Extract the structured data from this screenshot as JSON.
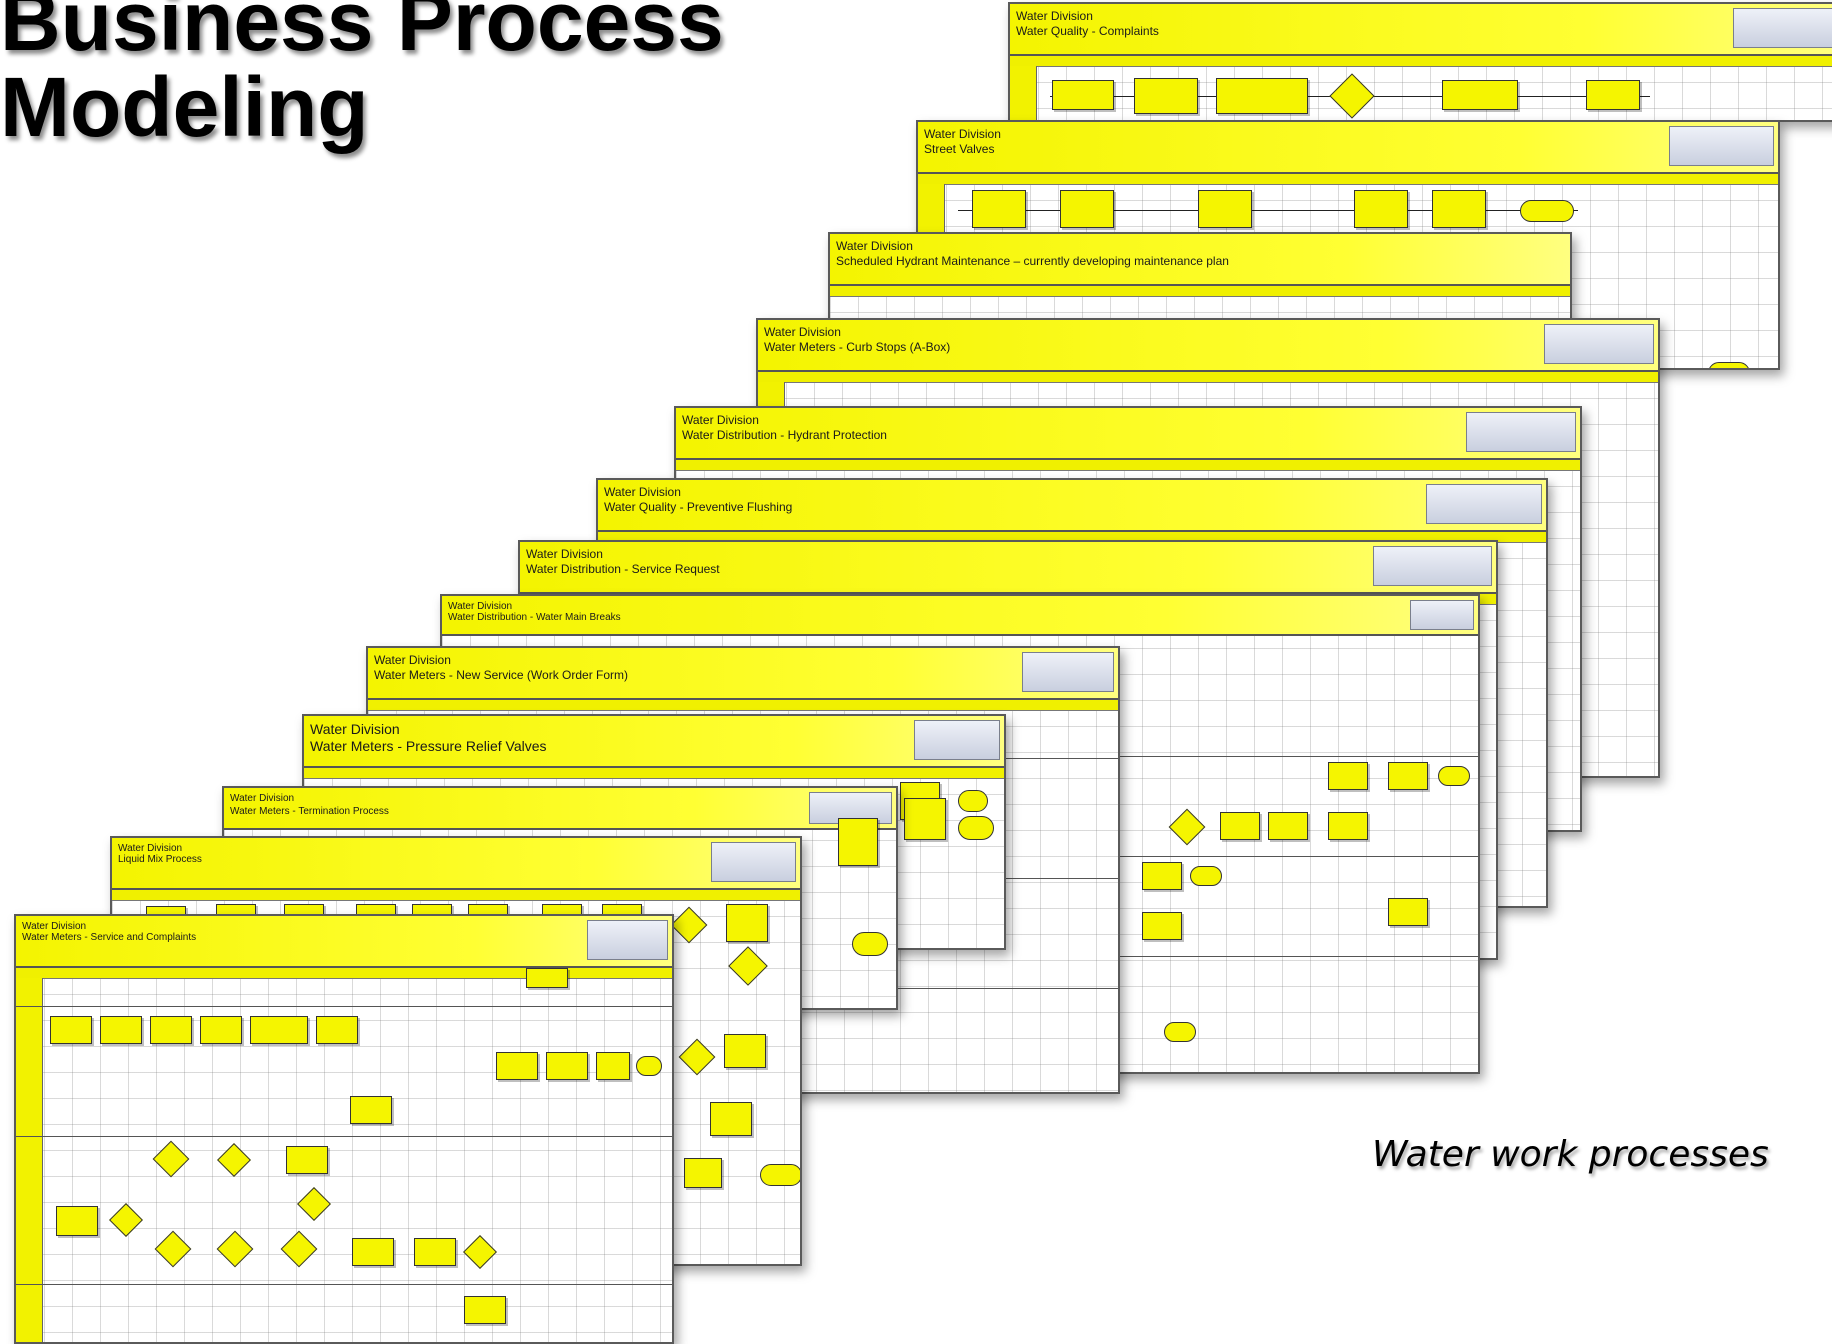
{
  "slide": {
    "title_line1": "Business Process",
    "title_line2": "Modeling",
    "caption": "Water work processes"
  },
  "diagrams": [
    {
      "division": "Water Division",
      "process": "Water Quality - Complaints"
    },
    {
      "division": "Water Division",
      "process": "Street Valves"
    },
    {
      "division": "Water Division",
      "process": "Scheduled Hydrant Maintenance – currently developing maintenance plan"
    },
    {
      "division": "Water Division",
      "process": "Water Meters - Curb Stops (A-Box)"
    },
    {
      "division": "Water Division",
      "process": "Water Distribution - Hydrant Protection"
    },
    {
      "division": "Water Division",
      "process": "Water Quality - Preventive Flushing"
    },
    {
      "division": "Water Division",
      "process": "Water Distribution - Service Request"
    },
    {
      "division": "Water Division",
      "process": "Water Distribution - Water Main Breaks"
    },
    {
      "division": "Water Division",
      "process": "Water Meters - New Service (Work Order Form)"
    },
    {
      "division": "Water Division",
      "process": "Water Meters - Pressure Relief Valves"
    },
    {
      "division": "Water Division",
      "process": "Water Meters - Termination Process"
    },
    {
      "division": "Water Division",
      "process": "Liquid Mix Process"
    },
    {
      "division": "Water Division",
      "process": "Water Meters - Service and Complaints"
    }
  ],
  "colors": {
    "swimlane_yellow": "#ffff00",
    "sheet_border": "#5a5a5a",
    "logo_blue_gray": "#c9cfdf"
  }
}
